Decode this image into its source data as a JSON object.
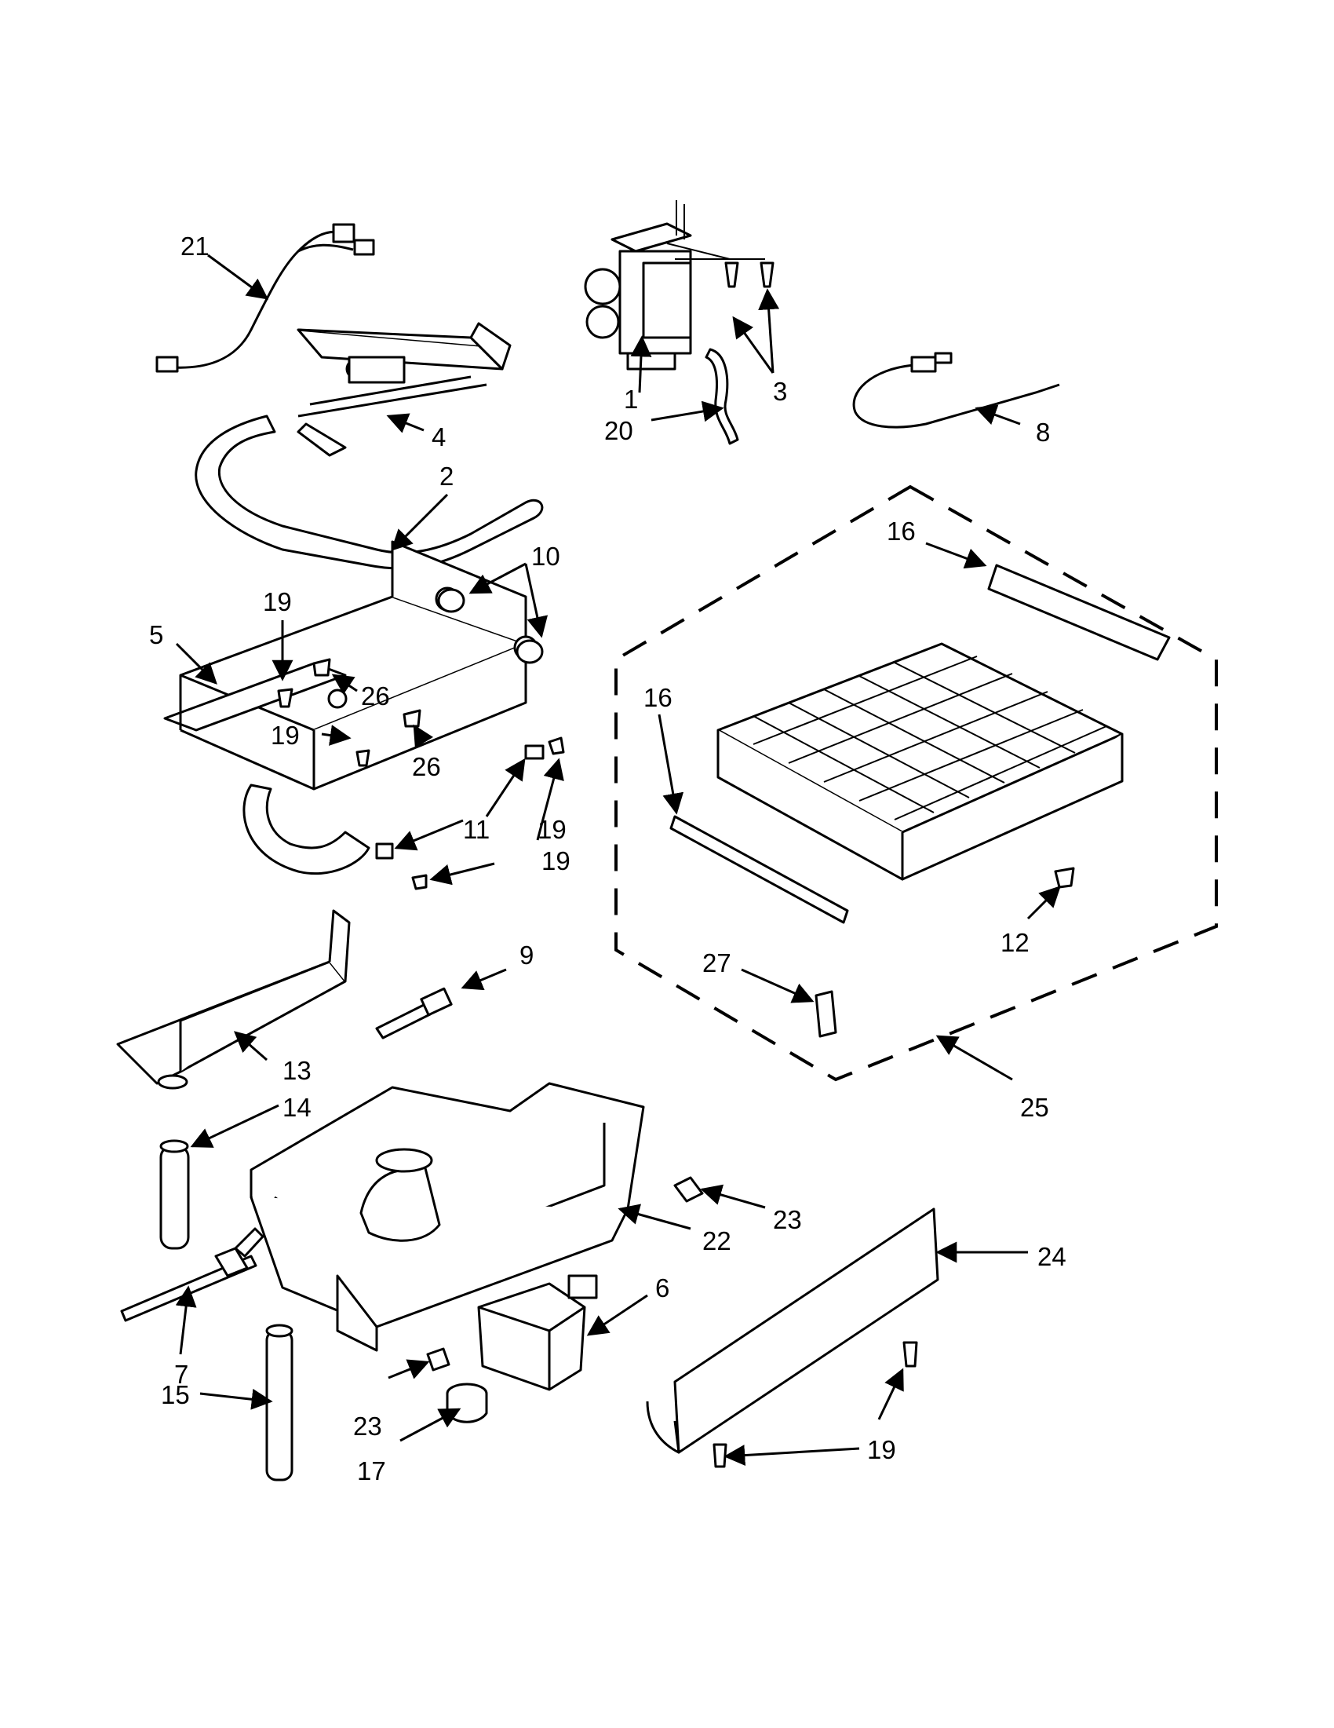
{
  "diagram": {
    "callouts": [
      {
        "id": "21",
        "text": "21"
      },
      {
        "id": "4",
        "text": "4"
      },
      {
        "id": "2",
        "text": "2"
      },
      {
        "id": "1",
        "text": "1"
      },
      {
        "id": "3",
        "text": "3"
      },
      {
        "id": "20",
        "text": "20"
      },
      {
        "id": "8",
        "text": "8"
      },
      {
        "id": "10",
        "text": "10"
      },
      {
        "id": "19a",
        "text": "19"
      },
      {
        "id": "5",
        "text": "5"
      },
      {
        "id": "26a",
        "text": "26"
      },
      {
        "id": "19b",
        "text": "19"
      },
      {
        "id": "26b",
        "text": "26"
      },
      {
        "id": "11",
        "text": "11"
      },
      {
        "id": "19c",
        "text": "19"
      },
      {
        "id": "19d",
        "text": "19"
      },
      {
        "id": "16a",
        "text": "16"
      },
      {
        "id": "16b",
        "text": "16"
      },
      {
        "id": "12",
        "text": "12"
      },
      {
        "id": "9",
        "text": "9"
      },
      {
        "id": "27",
        "text": "27"
      },
      {
        "id": "25",
        "text": "25"
      },
      {
        "id": "13",
        "text": "13"
      },
      {
        "id": "14",
        "text": "14"
      },
      {
        "id": "23a",
        "text": "23"
      },
      {
        "id": "22",
        "text": "22"
      },
      {
        "id": "24",
        "text": "24"
      },
      {
        "id": "6",
        "text": "6"
      },
      {
        "id": "7",
        "text": "7"
      },
      {
        "id": "15",
        "text": "15"
      },
      {
        "id": "23b",
        "text": "23"
      },
      {
        "id": "17",
        "text": "17"
      },
      {
        "id": "19e",
        "text": "19"
      }
    ]
  }
}
